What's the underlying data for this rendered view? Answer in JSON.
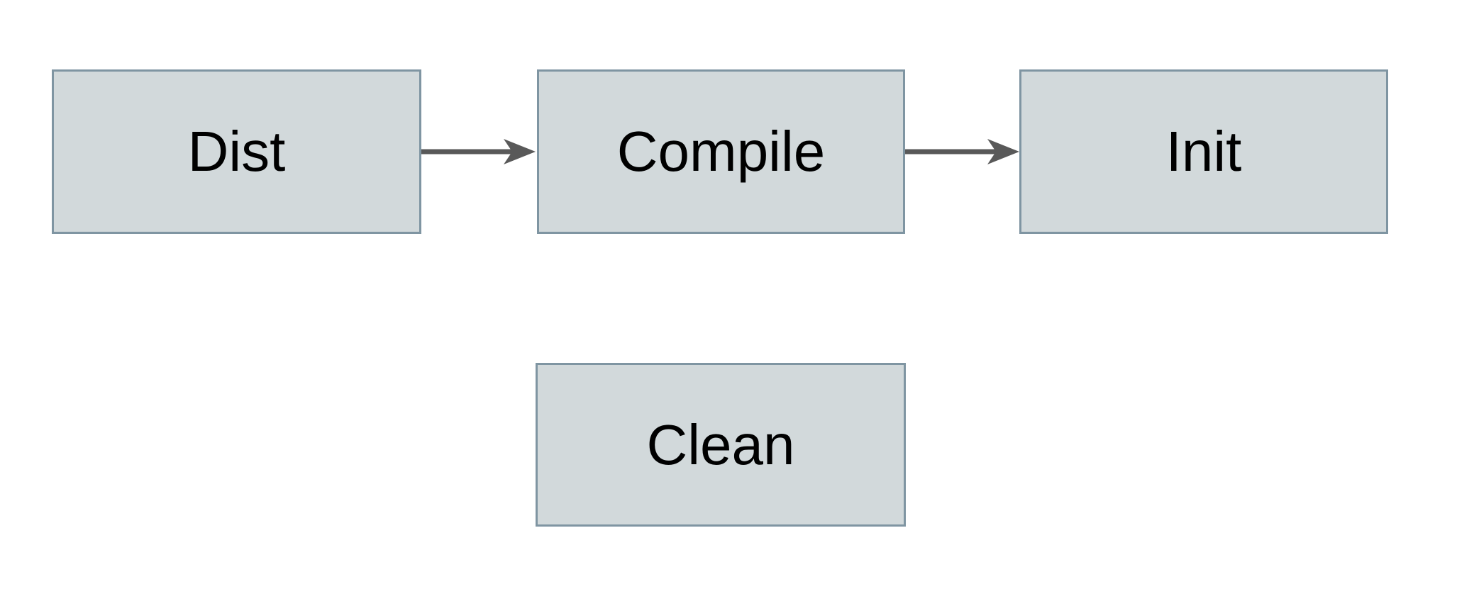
{
  "diagram": {
    "type": "flowchart",
    "nodes": [
      {
        "id": "dist",
        "label": "Dist"
      },
      {
        "id": "compile",
        "label": "Compile"
      },
      {
        "id": "init",
        "label": "Init"
      },
      {
        "id": "clean",
        "label": "Clean"
      }
    ],
    "edges": [
      {
        "from": "dist",
        "to": "compile",
        "direction": "right"
      },
      {
        "from": "compile",
        "to": "init",
        "direction": "right"
      }
    ]
  },
  "colors": {
    "canvas_bg": "#ffffff",
    "node_fill": "#d2d9db",
    "node_border": "#7f95a2",
    "label_color": "#000000",
    "arrow_color": "#595959"
  }
}
